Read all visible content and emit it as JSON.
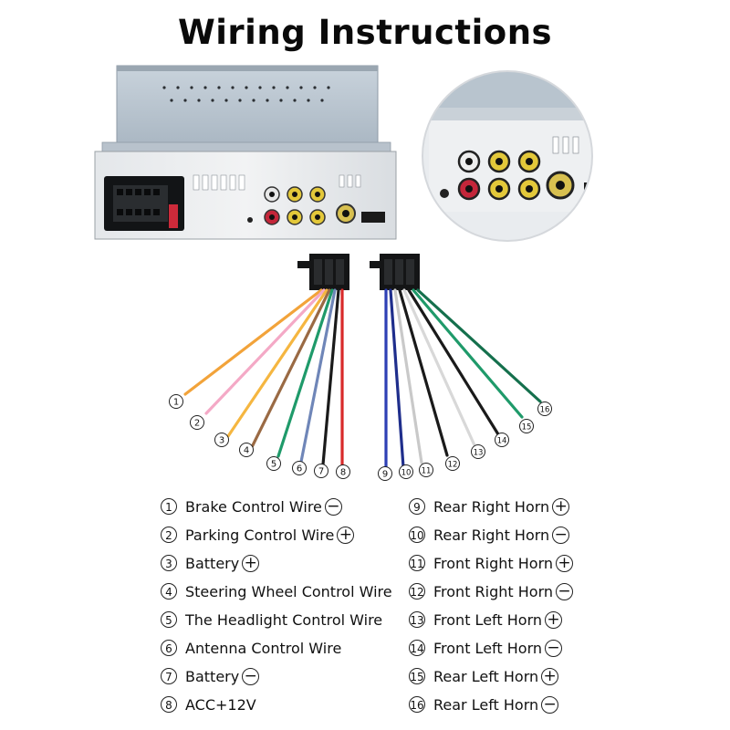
{
  "title": "Wiring Instructions",
  "wires": [
    {
      "num": "1",
      "label": "Brake Control Wire",
      "polarity": "−",
      "color": "#f2a33a"
    },
    {
      "num": "2",
      "label": "Parking Control Wire",
      "polarity": "+",
      "color": "#f4a9c6"
    },
    {
      "num": "3",
      "label": "Battery",
      "polarity": "+",
      "color": "#f5b640"
    },
    {
      "num": "4",
      "label": "Steering Wheel Control Wire",
      "polarity": "",
      "color": "#9a6a44"
    },
    {
      "num": "5",
      "label": "The Headlight Control Wire",
      "polarity": "",
      "color": "#1f9a6a"
    },
    {
      "num": "6",
      "label": "Antenna Control Wire",
      "polarity": "",
      "color": "#6f86b8"
    },
    {
      "num": "7",
      "label": "Battery",
      "polarity": "−",
      "color": "#1a1a1a"
    },
    {
      "num": "8",
      "label": "ACC+12V",
      "polarity": "",
      "color": "#d82a2a"
    },
    {
      "num": "9",
      "label": "Rear Right Horn",
      "polarity": "+",
      "color": "#2d3fb5"
    },
    {
      "num": "10",
      "label": "Rear Right Horn",
      "polarity": "−",
      "color": "#1f2e8c"
    },
    {
      "num": "11",
      "label": "Front Right Horn",
      "polarity": "+",
      "color": "#c9c9c9"
    },
    {
      "num": "12",
      "label": "Front Right Horn",
      "polarity": "−",
      "color": "#1a1a1a"
    },
    {
      "num": "13",
      "label": "Front Left Horn",
      "polarity": "+",
      "color": "#d8d8d8"
    },
    {
      "num": "14",
      "label": "Front Left Horn",
      "polarity": "−",
      "color": "#1a1a1a"
    },
    {
      "num": "15",
      "label": "Rear Left Horn",
      "polarity": "+",
      "color": "#1f9a6a"
    },
    {
      "num": "16",
      "label": "Rear Left Horn",
      "polarity": "−",
      "color": "#15704d"
    }
  ]
}
